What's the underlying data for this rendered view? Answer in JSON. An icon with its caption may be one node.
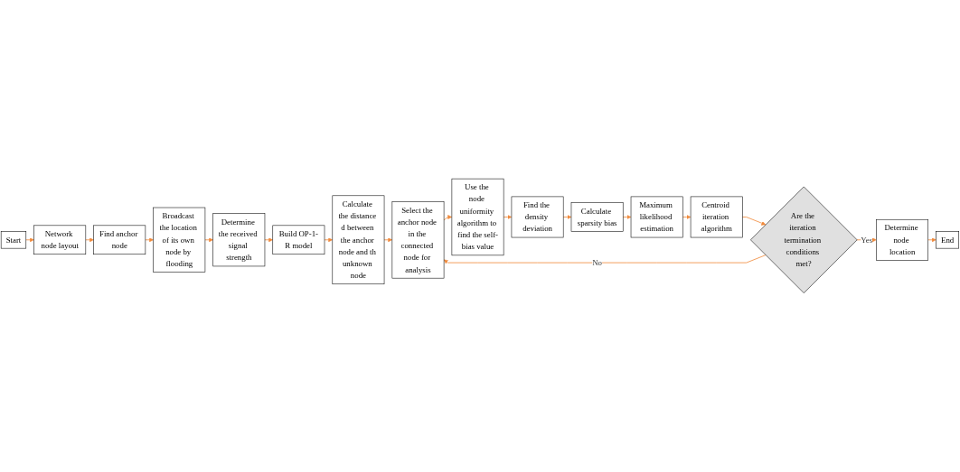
{
  "diagram": {
    "nodes": [
      {
        "text": [
          "Start"
        ]
      },
      {
        "text": [
          "Network node layout"
        ]
      },
      {
        "text": [
          "Find anchor node"
        ]
      },
      {
        "text": [
          "Broadcast the location of its own node by flooding"
        ]
      },
      {
        "text": [
          "Determine the received signal strength"
        ]
      },
      {
        "text": [
          "Build OP-1-R model"
        ]
      },
      {
        "text": [
          "Calculate the distance d between the anchor node and th unknown node"
        ]
      },
      {
        "text": [
          "Select the anchor node in the connected node for analysis"
        ]
      },
      {
        "text": [
          "Use the node uniformity algorithm to find the self-bias value"
        ]
      },
      {
        "text": [
          "Find the density deviation"
        ]
      },
      {
        "text": [
          "Calculate sparsity bias"
        ]
      },
      {
        "text": [
          "Maximum likelihood estimation"
        ]
      },
      {
        "text": [
          "Centroid iteration algorithm"
        ]
      },
      {
        "text": [
          "Are the iteration termination conditions met?"
        ]
      },
      {
        "text": [
          "Determine node location"
        ]
      },
      {
        "text": [
          "End"
        ]
      }
    ],
    "edges": [
      {
        "from": 0,
        "to": 1,
        "arrow": "to"
      },
      {
        "from": 1,
        "to": 2,
        "arrow": "to"
      },
      {
        "from": 2,
        "to": 3,
        "arrow": "to"
      },
      {
        "from": 3,
        "to": 4,
        "arrow": "to"
      },
      {
        "from": 4,
        "to": 5,
        "arrow": "to"
      },
      {
        "from": 5,
        "to": 6,
        "arrow": "to"
      },
      {
        "from": 6,
        "to": 7,
        "arrow": "to"
      },
      {
        "from": 7,
        "to": 8,
        "arrow": "to"
      },
      {
        "from": 8,
        "to": 9,
        "arrow": "to"
      },
      {
        "from": 9,
        "to": 10,
        "arrow": "to"
      },
      {
        "from": 10,
        "to": 11,
        "arrow": "to"
      },
      {
        "from": 11,
        "to": 12,
        "arrow": "to"
      },
      {
        "from": 12,
        "to": 13,
        "arrow": "to"
      },
      {
        "from": 13,
        "to": 14,
        "label": "Yes",
        "arrow": "to"
      },
      {
        "from": 13,
        "to": 7,
        "label": "No",
        "arrow": "to"
      },
      {
        "from": 14,
        "to": 15,
        "arrow": "to"
      }
    ]
  }
}
